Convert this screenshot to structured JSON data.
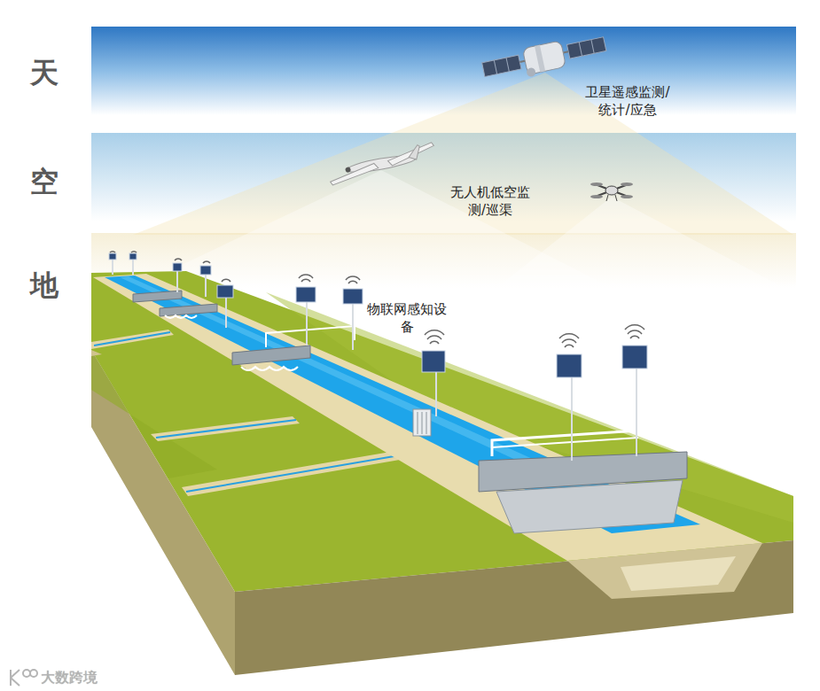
{
  "diagram": {
    "labels": [
      "天",
      "空",
      "地",
      "卫星遥感监测/统计/应急",
      "无人机低空监测/巡渠",
      "物联网感知设备",
      "大数跨境"
    ]
  }
}
